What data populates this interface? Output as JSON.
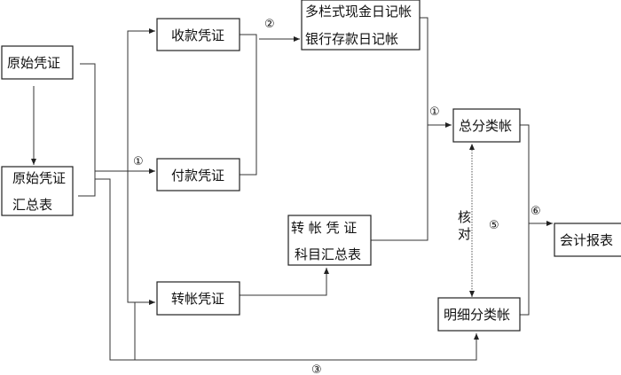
{
  "nodes": {
    "original_voucher": "原始凭证",
    "original_summary_line1": "原始凭证",
    "original_summary_line2": "汇总表",
    "receipt_voucher": "收款凭证",
    "payment_voucher": "付款凭证",
    "transfer_voucher": "转帐凭证",
    "journal_line1": "多栏式现金日记帐",
    "journal_line2": "银行存款日记帐",
    "transfer_summary_line1": "转 帐 凭 证",
    "transfer_summary_line2": "科目汇总表",
    "general_ledger": "总分类帐",
    "subsidiary_ledger": "明细分类帐",
    "financial_report": "会计报表"
  },
  "labels": {
    "step1_a": "①",
    "step1_b": "①",
    "step2": "②",
    "step3": "③",
    "step5": "⑤",
    "step6": "⑥",
    "reconcile_1": "核",
    "reconcile_2": "对"
  }
}
